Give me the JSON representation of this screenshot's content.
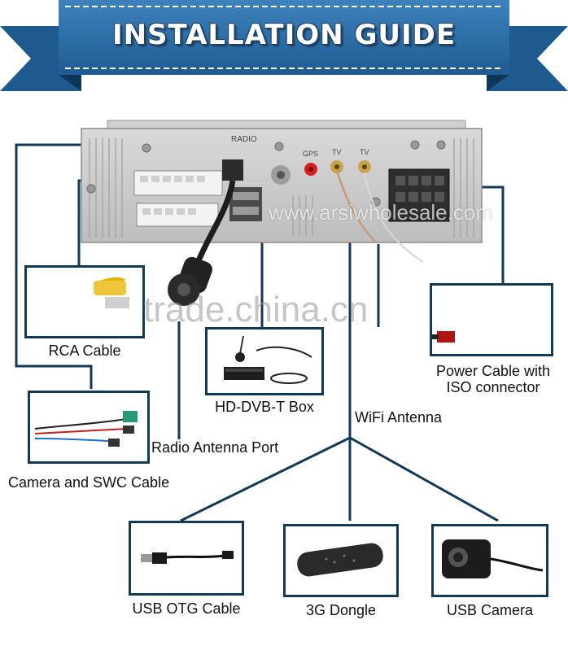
{
  "header": {
    "title": "INSTALLATION GUIDE"
  },
  "unit": {
    "radio_label": "RADIO",
    "gps_label": "GPS",
    "tv_label_1": "TV",
    "tv_label_2": "TV"
  },
  "components": {
    "rca_cable": "RCA Cable",
    "power_cable_line1": "Power Cable with",
    "power_cable_line2": "ISO connector",
    "hd_dvb_t_box": "HD-DVB-T Box",
    "wifi_antenna": "WiFi Antenna",
    "radio_antenna_port": "Radio Antenna Port",
    "camera_swc_cable": "Camera and SWC Cable",
    "usb_otg_cable": "USB OTG Cable",
    "dongle_3g": "3G Dongle",
    "usb_camera": "USB Camera"
  },
  "watermarks": {
    "main": "trade.china.cn",
    "site": "www.arsiwholesale.com"
  },
  "colors": {
    "line": "#123a57",
    "banner": "#2f6fa6",
    "banner_dark": "#1c4f7e"
  }
}
